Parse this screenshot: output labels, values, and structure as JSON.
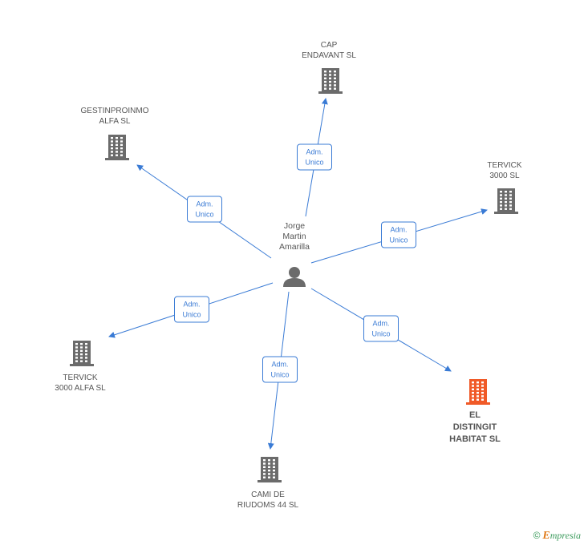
{
  "person": {
    "label": "Jorge\nMartin\nAmarilla",
    "icon": "person-icon"
  },
  "companies": [
    {
      "id": "cap",
      "label": "CAP\nENDAVANT SL",
      "icon": "building-icon",
      "highlight": false
    },
    {
      "id": "gestinproinmo",
      "label": "GESTINPROINMO\nALFA SL",
      "icon": "building-icon",
      "highlight": false
    },
    {
      "id": "tervick3000",
      "label": "TERVICK\n3000 SL",
      "icon": "building-icon",
      "highlight": false
    },
    {
      "id": "tervick3000alfa",
      "label": "TERVICK\n3000 ALFA SL",
      "icon": "building-icon",
      "highlight": false
    },
    {
      "id": "cami",
      "label": "CAMI DE\nRIUDOMS 44 SL",
      "icon": "building-icon",
      "highlight": false
    },
    {
      "id": "distingit",
      "label": "EL\nDISTINGIT\nHABITAT SL",
      "icon": "building-icon",
      "highlight": true
    }
  ],
  "edges": [
    {
      "to": "cap",
      "label": "Adm.\nUnico"
    },
    {
      "to": "gestinproinmo",
      "label": "Adm.\nUnico"
    },
    {
      "to": "tervick3000",
      "label": "Adm.\nUnico"
    },
    {
      "to": "tervick3000alfa",
      "label": "Adm.\nUnico"
    },
    {
      "to": "cami",
      "label": "Adm.\nUnico"
    },
    {
      "to": "distingit",
      "label": "Adm.\nUnico"
    }
  ],
  "colors": {
    "edge": "#3a7bd5",
    "building": "#6b6b6b",
    "highlight": "#f05a28",
    "person": "#6b6b6b"
  },
  "footer": {
    "copyright": "©",
    "brand_initial": "E",
    "brand_rest": "mpresia"
  }
}
